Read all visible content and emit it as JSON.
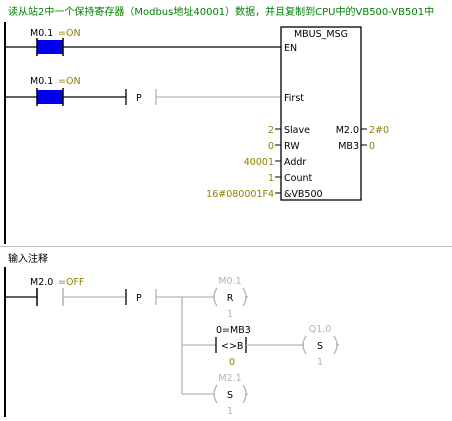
{
  "net1": {
    "comment": "读从站2中一个保持寄存器（Modbus地址40001）数据，并且复制到CPU中的VB500-VB501中",
    "contact1": {
      "address": "M0.1",
      "state": "=ON"
    },
    "contact2": {
      "address": "M0.1",
      "state": "=ON"
    },
    "p_label": "P",
    "block": {
      "title": "MBUS_MSG",
      "in_en": "EN",
      "in_first": "First",
      "pins": [
        {
          "value": "2",
          "name": "Slave"
        },
        {
          "value": "0",
          "name": "RW"
        },
        {
          "value": "40001",
          "name": "Addr"
        },
        {
          "value": "1",
          "name": "Count"
        },
        {
          "value": "16#080001F4",
          "name": "&VB500"
        }
      ],
      "outs": [
        {
          "name": "M2.0",
          "value": "2#0"
        },
        {
          "name": "MB3",
          "value": "0"
        }
      ]
    }
  },
  "net2": {
    "comment": "输入注释",
    "contact": {
      "address": "M2.0",
      "state": "=OFF"
    },
    "p_label": "P",
    "coil_r": {
      "address": "M0.1",
      "op": "R",
      "count": "1"
    },
    "compare": {
      "top": "0=MB3",
      "op": "<>B",
      "bottom": "0"
    },
    "coil_s1": {
      "address": "Q1.0",
      "op": "S",
      "count": "1"
    },
    "coil_s2": {
      "address": "M2.1",
      "op": "S",
      "count": "1"
    }
  },
  "colors": {
    "text": "#000000",
    "value_on": "#8b8000",
    "faded": "#b3b3b3",
    "contact_on": "#0000ee",
    "rail": "#000000"
  }
}
